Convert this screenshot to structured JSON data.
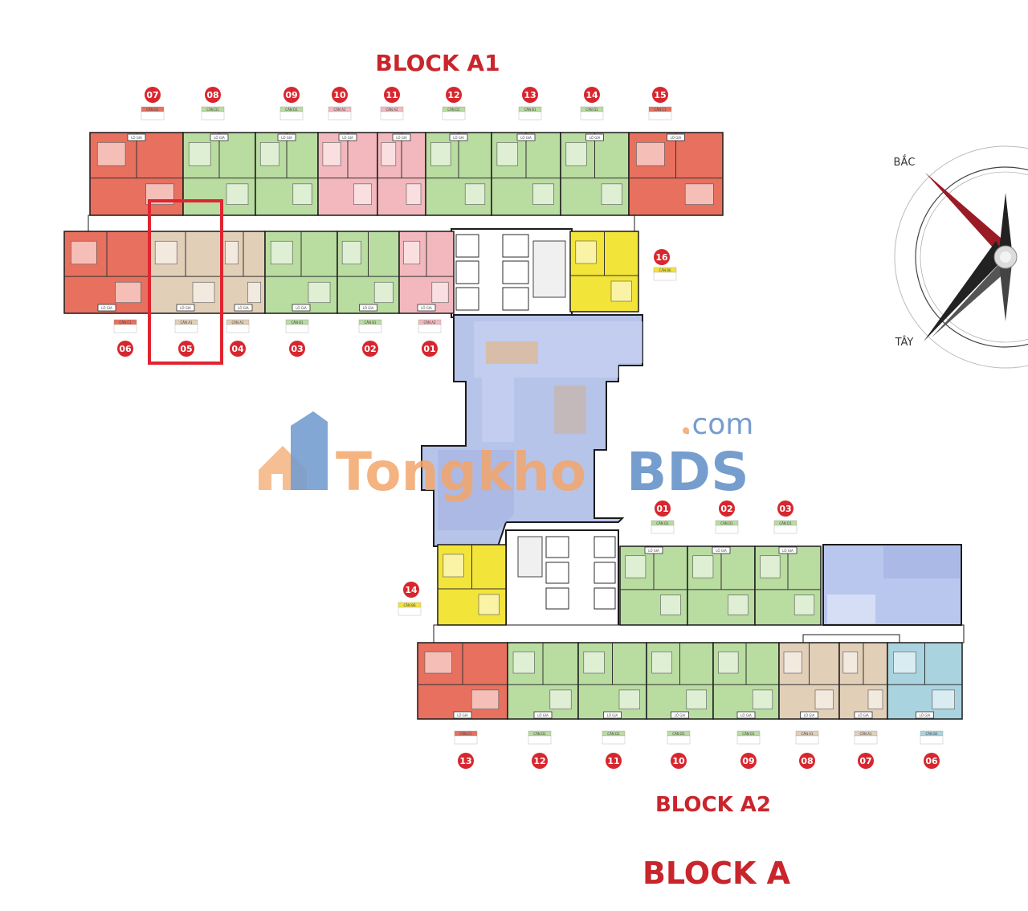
{
  "block_a1_title": "BLOCK A1",
  "block_a2_title": "BLOCK A2",
  "block_title": "BLOCK A",
  "compass": {
    "north": "BẮC",
    "west": "TÂY"
  },
  "watermark": {
    "part1": "Tongkho",
    "part2": "BDS",
    "suffix": ".com"
  },
  "corridor_label": "LÔ GIA",
  "colors": {
    "title_red": "#c9252c",
    "unit_red": "#e8705f",
    "unit_green": "#b9dca0",
    "unit_pink": "#f3b8bd",
    "unit_beige": "#e2cfb8",
    "unit_yellow": "#f3e43a",
    "unit_blue": "#a9d4df",
    "amenity_blue": "#aebde6",
    "highlight": "#e02530",
    "wm_orange": "#f3a66a",
    "wm_blue": "#5d8dc6"
  },
  "a1_top_units": [
    {
      "num": "07",
      "type": "CĂN D1",
      "color": "red"
    },
    {
      "num": "08",
      "type": "CĂN D1",
      "color": "green"
    },
    {
      "num": "09",
      "type": "CĂN D1",
      "color": "green"
    },
    {
      "num": "10",
      "type": "CĂN A2",
      "color": "pink"
    },
    {
      "num": "11",
      "type": "CĂN A2",
      "color": "pink"
    },
    {
      "num": "12",
      "type": "CĂN D1",
      "color": "green"
    },
    {
      "num": "13",
      "type": "CĂN B1",
      "color": "green"
    },
    {
      "num": "14",
      "type": "CĂN D1",
      "color": "green"
    },
    {
      "num": "15",
      "type": "CĂN C1",
      "color": "red"
    }
  ],
  "a1_bottom_units": [
    {
      "num": "06",
      "type": "CĂN C1",
      "color": "red"
    },
    {
      "num": "05",
      "type": "CĂN A1",
      "color": "beige"
    },
    {
      "num": "04",
      "type": "CĂN A1",
      "color": "beige"
    },
    {
      "num": "03",
      "type": "CĂN B1",
      "color": "green"
    },
    {
      "num": "02",
      "type": "CĂN B1",
      "color": "green"
    },
    {
      "num": "01",
      "type": "CĂN A2",
      "color": "pink"
    }
  ],
  "a1_unit_16": {
    "num": "16",
    "type": "CĂN B6",
    "color": "yellow"
  },
  "a2_top_units": [
    {
      "num": "01",
      "type": "CĂN D1",
      "color": "green"
    },
    {
      "num": "02",
      "type": "CĂN D1",
      "color": "green"
    },
    {
      "num": "03",
      "type": "CĂN D1",
      "color": "green"
    }
  ],
  "a2_unit_14": {
    "num": "14",
    "type": "CĂN B6",
    "color": "yellow"
  },
  "a2_bottom_units": [
    {
      "num": "13",
      "type": "CĂN C1",
      "color": "red"
    },
    {
      "num": "12",
      "type": "CĂN D1",
      "color": "green"
    },
    {
      "num": "11",
      "type": "CĂN D1",
      "color": "green"
    },
    {
      "num": "10",
      "type": "CĂN D1",
      "color": "green"
    },
    {
      "num": "09",
      "type": "CĂN D1",
      "color": "green"
    },
    {
      "num": "08",
      "type": "CĂN A1",
      "color": "beige"
    },
    {
      "num": "07",
      "type": "CĂN A1",
      "color": "beige"
    },
    {
      "num": "06",
      "type": "CĂN B2",
      "color": "blue"
    }
  ]
}
